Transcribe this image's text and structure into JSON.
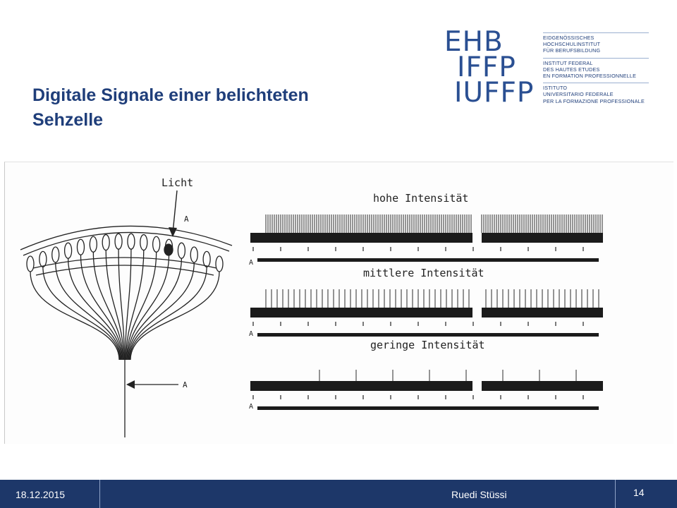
{
  "title": {
    "line1": "Digitale Signale einer belichteten",
    "line2": "Sehzelle"
  },
  "logo": {
    "mark": [
      "EHB",
      "IFFP",
      "IUFFP"
    ],
    "german": [
      "EIDGENÖSSISCHES",
      "HOCHSCHULINSTITUT",
      "FÜR BERUFSBILDUNG"
    ],
    "french": [
      "INSTITUT FEDERAL",
      "DES HAUTES ETUDES",
      "EN FORMATION PROFESSIONNELLE"
    ],
    "italian": [
      "ISTITUTO",
      "UNIVERSITARIO FEDERALE",
      "PER LA FORMAZIONE PROFESSIONALE"
    ]
  },
  "figure": {
    "light_label": "Licht",
    "stimulus_label": "A",
    "nerve_label": "A",
    "traces": [
      {
        "label": "hohe Intensität",
        "marker": "A",
        "density": "high"
      },
      {
        "label": "mittlere Intensität",
        "marker": "A",
        "density": "medium"
      },
      {
        "label": "geringe Intensität",
        "marker": "A",
        "density": "low"
      }
    ]
  },
  "footer": {
    "date": "18.12.2015",
    "author": "Ruedi Stüssi",
    "page": "14"
  },
  "colors": {
    "title": "#1f3e7a",
    "logo": "#2a4f92",
    "footer_bg": "#1d3769"
  }
}
